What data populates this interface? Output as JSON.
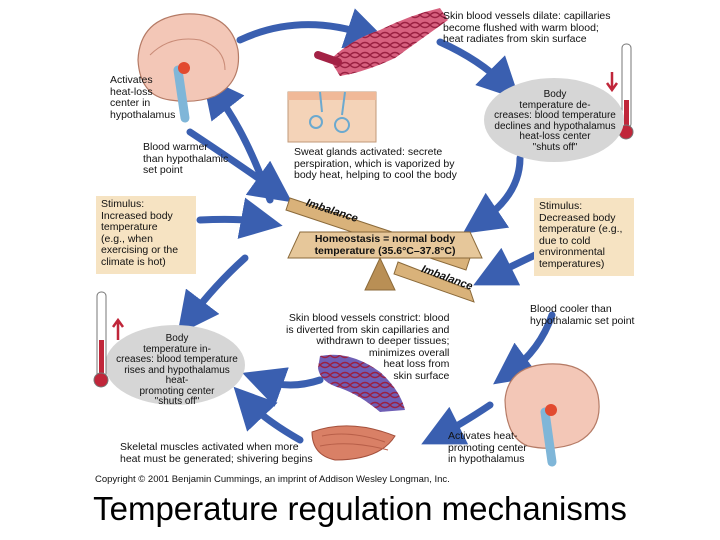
{
  "caption": "Temperature regulation mechanisms",
  "copyright": "Copyright © 2001 Benjamin Cummings, an imprint of Addison Wesley Longman, Inc.",
  "top": {
    "activates_heat_loss": "Activates\nheat-loss\ncenter in\nhypothalamus",
    "skin_dilate": "Skin blood vessels dilate: capillaries\nbecome flushed with warm blood;\nheat radiates from skin surface",
    "body_temp_decreases": "Body\ntemperature de-\ncreases: blood temperature\ndeclines and hypothalamus\nheat-loss center\n\"shuts off\"",
    "blood_warmer": "Blood warmer\nthan hypothalamic\nset point",
    "sweat_glands": "Sweat glands activated: secrete\nperspiration, which is vaporized by\nbody heat, helping to cool the body"
  },
  "middle": {
    "stimulus_increased": "Stimulus:\nIncreased body\ntemperature\n(e.g., when\nexercising or the\nclimate is hot)",
    "stimulus_decreased": "Stimulus:\nDecreased body\ntemperature (e.g.,\ndue to cold\nenvironmental\ntemperatures)",
    "homeostasis": "Homeostasis = normal body\ntemperature (35.6°C–37.8°C)",
    "imbalance_top": "Imbalance",
    "imbalance_bottom": "Imbalance"
  },
  "bottom": {
    "blood_cooler": "Blood cooler than\nhypothalamic set point",
    "skin_constrict": "Skin blood vessels constrict: blood\nis diverted from skin capillaries and\nwithdrawn to deeper tissues;\nminimizes overall\nheat loss from\nskin surface",
    "body_temp_increases": "Body\ntemperature in-\ncreases: blood temperature\nrises and hypothalamus heat-\npromoting center\n\"shuts off\"",
    "skeletal_muscles": "Skeletal muscles activated when more\nheat must be generated; shivering begins",
    "activates_heat_promoting": "Activates heat-\npromoting center\nin hypothalamus"
  },
  "colors": {
    "arrow": "#3a5fb0",
    "stimulus_box": "#f6e3c2",
    "beam": "#d9b27a",
    "ellipse": "#d6d6d6",
    "vessel": "#c0335a",
    "muscle": "#d98066",
    "brain": "#f3c7b7"
  },
  "icons": [
    "brain-icon",
    "capillary-network-icon",
    "sweat-gland-icon",
    "thermometer-icon",
    "muscle-icon",
    "seesaw-icon"
  ]
}
